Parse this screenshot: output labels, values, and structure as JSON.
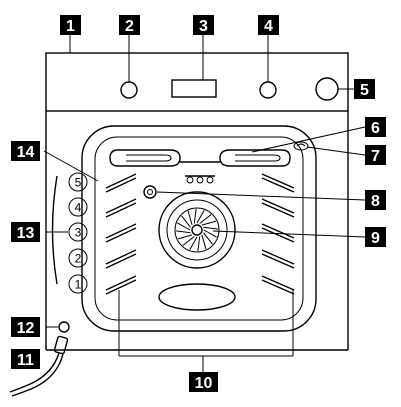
{
  "diagram": {
    "callouts": [
      {
        "id": "c1",
        "label": "1"
      },
      {
        "id": "c2",
        "label": "2"
      },
      {
        "id": "c3",
        "label": "3"
      },
      {
        "id": "c4",
        "label": "4"
      },
      {
        "id": "c5",
        "label": "5"
      },
      {
        "id": "c6",
        "label": "6"
      },
      {
        "id": "c7",
        "label": "7"
      },
      {
        "id": "c8",
        "label": "8"
      },
      {
        "id": "c9",
        "label": "9"
      },
      {
        "id": "c10",
        "label": "10"
      },
      {
        "id": "c11",
        "label": "11"
      },
      {
        "id": "c12",
        "label": "12"
      },
      {
        "id": "c13",
        "label": "13"
      },
      {
        "id": "c14",
        "label": "14"
      }
    ],
    "levels": [
      "5",
      "4",
      "3",
      "2",
      "1"
    ]
  },
  "colors": {
    "stroke": "#000000",
    "callout_bg": "#000000",
    "callout_text": "#ffffff",
    "background": "#ffffff"
  }
}
